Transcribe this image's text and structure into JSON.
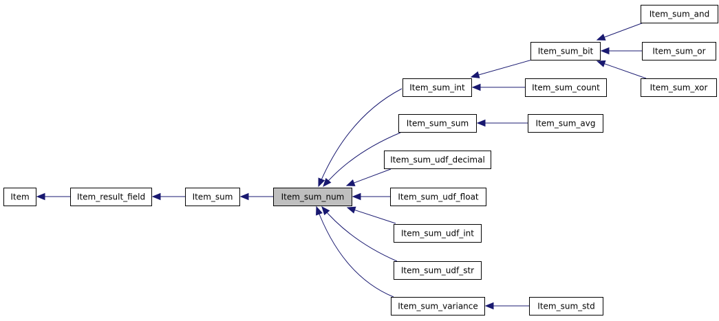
{
  "diagram": {
    "nodes": [
      {
        "id": "item",
        "label": "Item"
      },
      {
        "id": "item_result_field",
        "label": "Item_result_field"
      },
      {
        "id": "item_sum",
        "label": "Item_sum"
      },
      {
        "id": "item_sum_num",
        "label": "Item_sum_num",
        "highlight": true
      },
      {
        "id": "item_sum_int",
        "label": "Item_sum_int"
      },
      {
        "id": "item_sum_sum",
        "label": "Item_sum_sum"
      },
      {
        "id": "item_sum_udf_decimal",
        "label": "Item_sum_udf_decimal"
      },
      {
        "id": "item_sum_udf_float",
        "label": "Item_sum_udf_float"
      },
      {
        "id": "item_sum_udf_int",
        "label": "Item_sum_udf_int"
      },
      {
        "id": "item_sum_udf_str",
        "label": "Item_sum_udf_str"
      },
      {
        "id": "item_sum_variance",
        "label": "Item_sum_variance"
      },
      {
        "id": "item_sum_bit",
        "label": "Item_sum_bit"
      },
      {
        "id": "item_sum_count",
        "label": "Item_sum_count"
      },
      {
        "id": "item_sum_avg",
        "label": "Item_sum_avg"
      },
      {
        "id": "item_sum_std",
        "label": "Item_sum_std"
      },
      {
        "id": "item_sum_and",
        "label": "Item_sum_and"
      },
      {
        "id": "item_sum_or",
        "label": "Item_sum_or"
      },
      {
        "id": "item_sum_xor",
        "label": "Item_sum_xor"
      }
    ],
    "edges": [
      {
        "from": "item_result_field",
        "to": "item"
      },
      {
        "from": "item_sum",
        "to": "item_result_field"
      },
      {
        "from": "item_sum_num",
        "to": "item_sum"
      },
      {
        "from": "item_sum_int",
        "to": "item_sum_num"
      },
      {
        "from": "item_sum_sum",
        "to": "item_sum_num"
      },
      {
        "from": "item_sum_udf_decimal",
        "to": "item_sum_num"
      },
      {
        "from": "item_sum_udf_float",
        "to": "item_sum_num"
      },
      {
        "from": "item_sum_udf_int",
        "to": "item_sum_num"
      },
      {
        "from": "item_sum_udf_str",
        "to": "item_sum_num"
      },
      {
        "from": "item_sum_variance",
        "to": "item_sum_num"
      },
      {
        "from": "item_sum_bit",
        "to": "item_sum_int"
      },
      {
        "from": "item_sum_count",
        "to": "item_sum_int"
      },
      {
        "from": "item_sum_avg",
        "to": "item_sum_sum"
      },
      {
        "from": "item_sum_std",
        "to": "item_sum_variance"
      },
      {
        "from": "item_sum_and",
        "to": "item_sum_bit"
      },
      {
        "from": "item_sum_or",
        "to": "item_sum_bit"
      },
      {
        "from": "item_sum_xor",
        "to": "item_sum_bit"
      }
    ]
  },
  "colors": {
    "edge": "#191970",
    "highlight_fill": "#bfbfbf",
    "node_fill": "#ffffff",
    "node_border": "#000000"
  }
}
